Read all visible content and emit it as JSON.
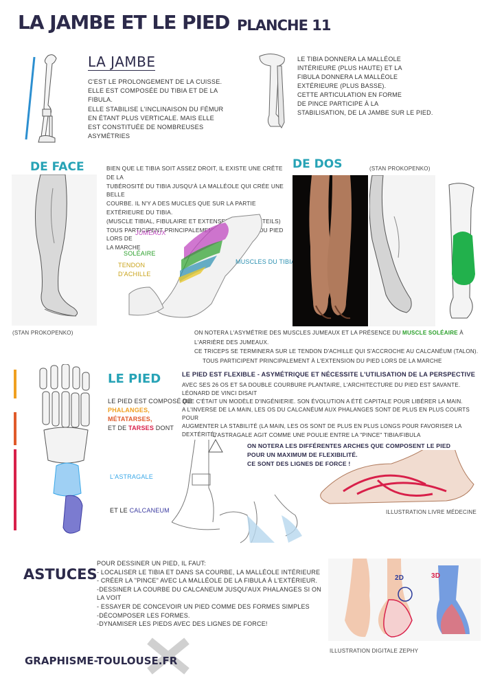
{
  "header": {
    "title": "LA JAMBE ET LE PIED",
    "plate": "PLANCHE 11"
  },
  "leg": {
    "heading": "LA JAMBE",
    "intro_lines": [
      "C'EST LE PROLONGEMENT DE LA CUISSE.",
      "ELLE EST COMPOSÉE DU TIBIA ET DE LA FIBULA.",
      "ELLE STABILISE L'INCLINAISON DU FÉMUR",
      "EN ÉTANT PLUS VERTICALE. MAIS ELLE",
      "EST CONSTITUÉE DE NOMBREUSES",
      "ASYMÉTRIES"
    ],
    "tibia_lines": [
      "LE TIBIA DONNERA LA MALLÉOLE",
      "INTÉRIEURE (PLUS HAUTE) ET LA",
      "FIBULA DONNERA LA MALLÉOLE",
      "EXTÉRIEURE (PLUS BASSE).",
      "CETTE ARTICULATION EN FORME",
      "DE PINCE PARTICIPE À LA",
      "STABILISATION, DE LA JAMBE SUR LE PIED."
    ]
  },
  "front": {
    "heading": "DE FACE",
    "credit": "(STAN PROKOPENKO)",
    "text_lines": [
      "BIEN QUE LE TIBIA SOIT ASSEZ DROIT, IL EXISTE UNE CRÊTE DE LA",
      "TUBÉROSITÉ DU TIBIA JUSQU'À LA MALLÉOLE QUI CRÉE UNE BELLE",
      "COURBE. IL N'Y A DES MUCLES QUE SUR LA PARTIE EXTÉRIEURE DU TIBIA.",
      "(MUSCLE TIBIAL, FIBULAIRE ET EXTENSEURS DES ORTEILS)",
      "TOUS PARTICIPENT PRINCIPALEMENT À LA FLEXION DU PIED LORS DE",
      "LA MARCHE"
    ],
    "labels": {
      "jumeaux": "JUMEAUX",
      "soleaire": "SOLÉAIRE",
      "tendon": "TENDON",
      "achille": "D'ACHILLE",
      "tibia": "MUSCLES DU TIBIA"
    }
  },
  "back": {
    "heading": "DE DOS",
    "credit": "(STAN PROKOPENKO)",
    "note_lines": [
      "ON NOTERA L'ASYMÉTRIE DES MUSCLES JUMEAUX ET LA PRÉSENCE DU MUSCLE SOLÉAIRE À L'ARRIÈRE DES JUMEAUX.",
      "CE TRICEPS SE TERMINERA SUR LE TENDON D'ACHILLE QUI S'ACCROCHE AU CALCANÉUM (TALON).",
      "TOUS PARTICIPENT PRINCIPALEMENT À L'EXTENSION DU PIED LORS DE LA MARCHE"
    ],
    "note_pre": "ON NOTERA L'ASYMÉTRIE DES MUSCLES JUMEAUX ET LA PRÉSENCE DU ",
    "note_hl": "MUSCLE SOLÉAIRE",
    "note_post": " À L'ARRIÈRE DES JUMEAUX."
  },
  "foot": {
    "heading": "LE PIED",
    "comp_1": "LE PIED EST COMPOSÉ DE",
    "phalanges": "PHALANGES,",
    "metatarses": "MÉTATARSES,",
    "et_de": "ET DE",
    "tarses": "TARSES",
    "dont": "DONT",
    "astragale": "L'ASTRAGALE",
    "et_le": "ET LE",
    "calcaneum": "CALCANEUM",
    "flex_title": "LE PIED EST FLEXIBLE - ASYMÉTRIQUE ET NÉCESSITE L'UTILISATION DE LA PERSPECTIVE",
    "flex_lines": [
      "AVEC SES 26 OS ET SA DOUBLE COURBURE PLANTAIRE, L'ARCHITECTURE DU PIED EST SAVANTE. LÉONARD DE VINCI DISAIT",
      "QUE C'ÉTAIT UN MODÈLE D'INGÉNIERIE. SON ÉVOLUTION A ÉTÉ CAPITALE POUR LIBÉRER LA MAIN.",
      "A L'INVERSE DE LA MAIN, LES OS DU CALCANÉUM AUX PHALANGES SONT DE PLUS EN PLUS COURTS POUR",
      "AUGMENTER LA STABILITÉ (LA MAIN, LES OS SONT DE PLUS EN PLUS LONGS POUR FAVORISER LA DEXTÉRITÉ)"
    ],
    "pulley": "L'ASTRAGALE AGIT COMME UNE POULIE ENTRE LA \"PINCE\" TIBIA/FIBULA",
    "arches_lines": [
      "ON NOTERA LES DIFFÉRENTES ARCHES QUE COMPOSENT LE PIED",
      "POUR UN MAXIMUM DE FLEXIBILITÉ.",
      "CE SONT DES LIGNES DE FORCE !"
    ],
    "med_caption": "ILLUSTRATION LIVRE MÉDECINE"
  },
  "tips": {
    "heading": "ASTUCES",
    "intro": "POUR DESSINER UN PIED, IL FAUT:",
    "items": [
      "- LOCALISER LE TIBIA ET DANS SA COURBE, LA MALLÉOLE INTÉRIEURE",
      "- CRÉER LA \"PINCE\" AVEC LA MALLÉOLE DE LA FIBULA À L'EXTÉRIEUR.",
      "-DESSINER LA COURBE DU CALCANEUM JUSQU'AUX PHALANGES SI ON LA VOIT",
      "- ESSAYER DE CONCEVOIR UN PIED COMME DES FORMES SIMPLES",
      "-DÉCOMPOSER LES FORMES.",
      "-DYNAMISER LES PIEDS AVEC DES LIGNES DE FORCE!"
    ],
    "label_2d": "2D",
    "label_3d": "3D",
    "digital_caption": "ILLUSTRATION DIGITALE ZEPHY"
  },
  "footer": {
    "brand": "GRAPHISME-TOULOUSE.FR"
  },
  "colors": {
    "title": "#2c2a4a",
    "section": "#27a3b6",
    "jumeaux": "#c04ac0",
    "soleaire": "#2a9f2a",
    "tendon": "#d8b020",
    "tibia_label": "#2a8fb0",
    "phalanges": "#f0a020",
    "metatarses": "#e05a2a",
    "tarses": "#d8204a",
    "astragale": "#3aa8e8",
    "calcaneum": "#3a3aa0"
  }
}
